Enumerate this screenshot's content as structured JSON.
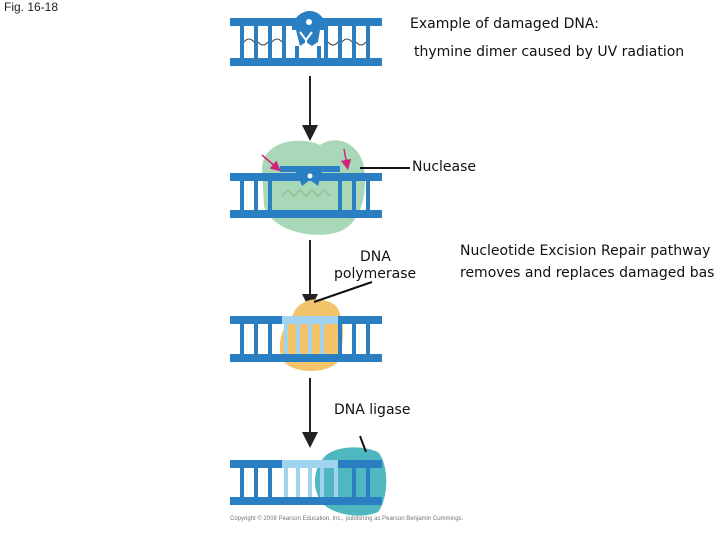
{
  "figure_label": "Fig. 16-18",
  "stage_labels": {
    "damaged_line1": "Example of damaged DNA:",
    "damaged_line2": "thymine dimer caused by UV radiation",
    "nuclease": "Nuclease",
    "polymerase_line1": "DNA",
    "polymerase_line2": "polymerase",
    "ligase": "DNA ligase"
  },
  "pathway_note": {
    "line1": "Nucleotide Excision Repair pathway",
    "line2": "removes and replaces damaged bas"
  },
  "copyright": "Copyright © 2008 Pearson Education, Inc., publishing as Pearson Benjamin Cummings.",
  "colors": {
    "dna_backbone": "#2a7fc3",
    "new_dna": "#9fd3ee",
    "nuclease": "#a8d8b8",
    "polymerase": "#f4c46a",
    "ligase": "#4fb7bf",
    "cut_arrow": "#d0247a"
  }
}
